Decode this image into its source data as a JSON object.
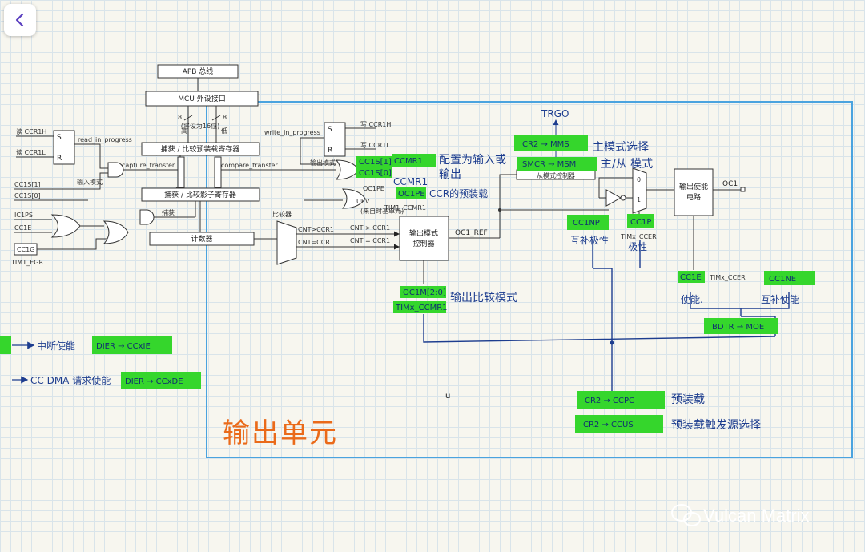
{
  "nav": {
    "back_icon": "chevron-left-icon"
  },
  "blocks": {
    "apb": "APB 总线",
    "mcu": "MCU 外设接口",
    "bus_8a": "8",
    "bus_8b": "8",
    "bus_16": "(将设为16位)",
    "bus_hi": "高",
    "bus_lo": "低",
    "preload": "捕获 / 比较预装载寄存器",
    "shadow": "捕获 / 比较影子寄存器",
    "counter": "计数器",
    "comparator": "比较器",
    "outmode1": "输出模式",
    "outmode2": "控制器",
    "enable1": "输出使能",
    "enable2": "电路",
    "slave_mode": "从模式控制器",
    "input_mode": "输入模式",
    "output_mode": "输出模式",
    "sr_s": "S",
    "sr_r": "R",
    "sr2_s": "S",
    "sr2_r": "R",
    "mux_0": "0",
    "mux_1": "1"
  },
  "signals": {
    "ccr1h_l": "读 CCR1H",
    "ccr1l_l": "读 CCR1L",
    "read_prog": "read_in_progress",
    "capture_transfer": "capture_transfer",
    "cc1s1": "CC1S[1]",
    "cc1s0": "CC1S[0]",
    "ic1ps": "IC1PS",
    "cc1e": "CC1E",
    "cc1g": "CC1G",
    "tim1_egr": "TIM1_EGR",
    "capture": "捕获",
    "write_prog": "write_in_progress",
    "ccr1h_w": "写 CCR1H",
    "ccr1l_w": "写 CCR1L",
    "compare_transfer": "compare_transfer",
    "oc1pe": "OC1PE",
    "uev": "UEV",
    "uev_src": "(来自时基单元)",
    "tim1_ccmr1": "TIM1_CCMR1",
    "cnt_gt": "CNT>CCR1",
    "cnt_eq": "CNT=CCR1",
    "cnt_gt2": "CNT > CCR1",
    "cnt_eq2": "CNT = CCR1",
    "oc1_ref": "OC1_REF",
    "oc1": "OC1",
    "timx_ccer_1": "TIMx_CCER",
    "timx_ccer_2": "TIMx_CCER",
    "timx_ccmr1": "TIMx_CCMR1",
    "trgo": "TRGO",
    "center_u": "u"
  },
  "highlights": {
    "cc1s1": "CC1S[1]",
    "cc1s0": "CC1S[0]",
    "oc1pe": "OC1PE",
    "cr2_mms": "CR2 → MMS",
    "smcr_msm": "SMCR → MSM",
    "cc1np": "CC1NP",
    "cc1p": "CC1P",
    "oc1m": "OC1M[2:0]",
    "cc1e": "CC1E",
    "cc1ne": "CC1NE",
    "bdtr_moe": "BDTR → MOE",
    "dier_ccxie": "DIER → CCxIE",
    "dier_ccxde": "DIER → CCxDE",
    "cr2_ccpc": "CR2 → CCPC",
    "cr2_ccus": "CR2 → CCUS"
  },
  "notes": {
    "ccmr1": "CCMR1",
    "ccmr1_small": "CCMR1",
    "config": "配置为输入或",
    "config2": "输出",
    "ccr_preload": "CCR的预装载",
    "master_mode": "主模式选择",
    "master_slave": "主/从 模式",
    "comp_polarity": "互补极性",
    "polarity": "极性",
    "out_compare_mode": "输出比较模式",
    "enable": "使能.",
    "comp_enable": "互补使能",
    "irq_enable": "中断使能",
    "dma_enable": "CC DMA 请求使能",
    "preload": "预装载",
    "preload_src": "预装载触发源选择",
    "output_unit": "输出单元"
  },
  "watermark": "Vulcan Matrix",
  "colors": {
    "highlight": "#35d62c",
    "frame": "#4aa3df",
    "ink": "#1d3d8f",
    "title": "#ea6a1a"
  }
}
